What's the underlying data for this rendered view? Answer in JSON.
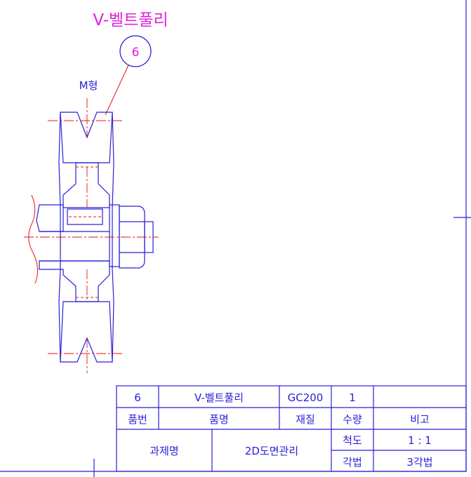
{
  "title": "V-벨트풀리",
  "balloon": "6",
  "type_label": "M형",
  "title_block": {
    "row1": {
      "part_no": "6",
      "part_name": "V-벨트풀리",
      "material": "GC200",
      "qty": "1",
      "remark": ""
    },
    "row2": {
      "part_no": "품번",
      "part_name": "품명",
      "material": "재질",
      "qty": "수량",
      "remark": "비고"
    },
    "project_label": "과제명",
    "project_name": "2D도면관리",
    "scale_label": "척도",
    "scale_value": "1 : 1",
    "projection_label": "각법",
    "projection_value": "3각법"
  },
  "colors": {
    "outline": "#2a1fd6",
    "hatch": "#ee1111",
    "annotation": "#e020e0"
  }
}
